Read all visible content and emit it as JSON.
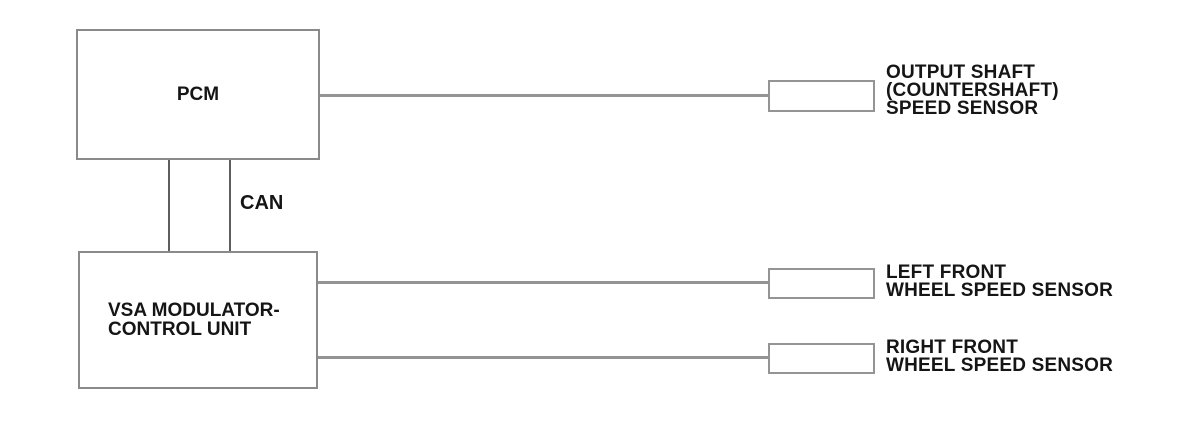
{
  "diagram": {
    "type": "automotive-block-diagram",
    "colors": {
      "background": "#ffffff",
      "module_border": "#8a8a8a",
      "sensor_border": "#949494",
      "connector_line": "#949494",
      "can_bus_line": "#5e5e5e",
      "text": "#151515"
    },
    "pcm": {
      "label": "PCM"
    },
    "vsa": {
      "label_line1": "VSA MODULATOR-",
      "label_line2": "CONTROL UNIT"
    },
    "can_bus": {
      "label": "CAN"
    },
    "sensors": [
      {
        "id": "output-shaft-speed-sensor",
        "connected_to": "PCM",
        "label": [
          "OUTPUT SHAFT",
          "(COUNTERSHAFT)",
          "SPEED SENSOR"
        ]
      },
      {
        "id": "left-front-wheel-speed-sensor",
        "connected_to": "VSA MODULATOR-CONTROL UNIT",
        "label": [
          "LEFT FRONT",
          "WHEEL SPEED SENSOR"
        ]
      },
      {
        "id": "right-front-wheel-speed-sensor",
        "connected_to": "VSA MODULATOR-CONTROL UNIT",
        "label": [
          "RIGHT FRONT",
          "WHEEL SPEED SENSOR"
        ]
      }
    ]
  }
}
